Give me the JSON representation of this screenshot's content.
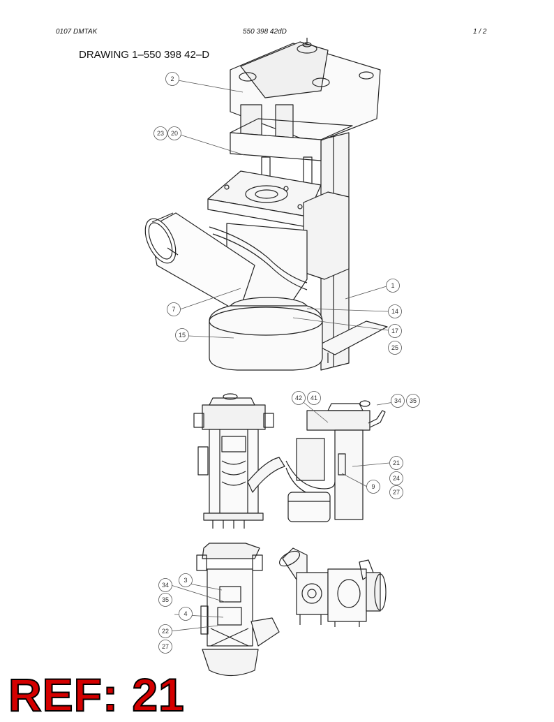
{
  "header": {
    "left": "0107   DMTAK",
    "center": "550 398 42dD",
    "right": "1 /   2"
  },
  "drawing_title": "DRAWING  1–550 398 42–D",
  "callouts": {
    "iso": [
      "2",
      "23",
      "20",
      "7",
      "15",
      "1",
      "14",
      "17",
      "25"
    ],
    "mid": [
      "42",
      "41",
      "34",
      "35",
      "21",
      "24",
      "9",
      "27"
    ],
    "bottom": [
      "3",
      "34",
      "35",
      "4",
      "22",
      "27"
    ]
  },
  "stamp": "REF: 21"
}
